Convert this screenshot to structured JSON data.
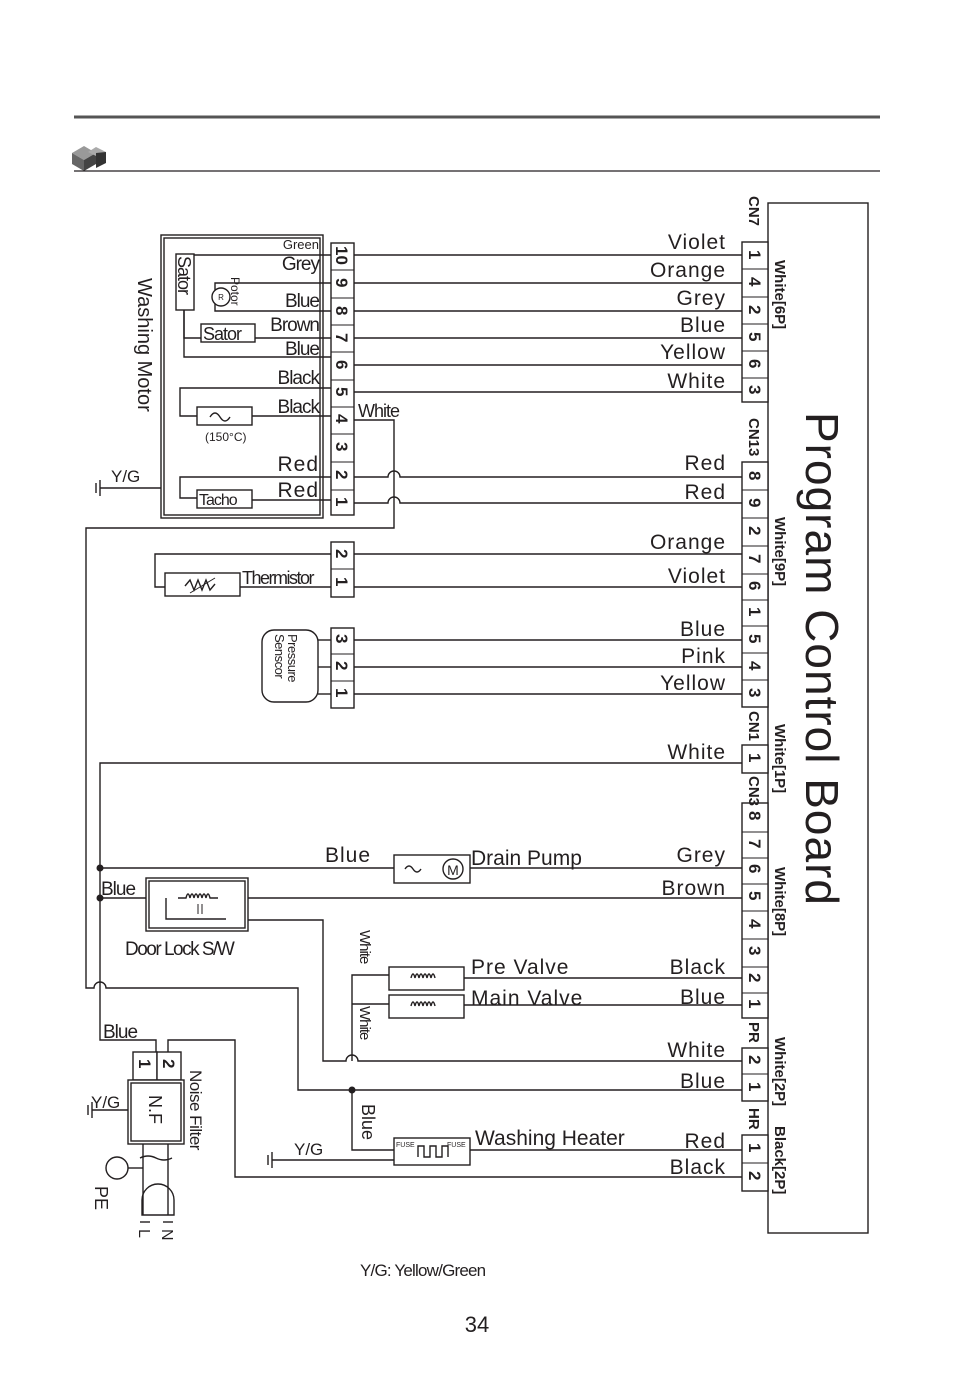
{
  "page_number": "34",
  "legend_note": "Y/G:  Yellow/Green",
  "board": {
    "title": "Program  Control  Board",
    "connectors": [
      {
        "name": "CN7",
        "type": "White[6P]",
        "pins": [
          "1",
          "4",
          "2",
          "5",
          "6",
          "3"
        ],
        "wires": [
          "Violet",
          "Orange",
          "Grey",
          "Blue",
          "Yellow",
          "White"
        ]
      },
      {
        "name": "CN13",
        "type": "White[9P]",
        "pins": [
          "8",
          "9",
          "2",
          "7",
          "6",
          "1",
          "5",
          "4",
          "3"
        ],
        "wires": [
          "Red",
          "Red",
          "Orange",
          "Violet",
          "Blue",
          "Pink",
          "Yellow"
        ]
      },
      {
        "name": "CN1",
        "type": "White[1P]",
        "pins": [
          "1"
        ],
        "wires": [
          "White"
        ]
      },
      {
        "name": "CN3",
        "type": "White[8P]",
        "pins": [
          "8",
          "7",
          "6",
          "5",
          "4",
          "3",
          "2",
          "1"
        ],
        "wires": [
          "Grey",
          "Brown",
          "Black",
          "Blue"
        ]
      },
      {
        "name": "PR",
        "type": "White[2P]",
        "pins": [
          "2",
          "1"
        ],
        "wires": [
          "White",
          "Blue"
        ]
      },
      {
        "name": "HR",
        "type": "Black[2P]",
        "pins": [
          "1",
          "2"
        ],
        "wires": [
          "Red",
          "Black"
        ]
      }
    ]
  },
  "motor": {
    "title": "Washing Motor",
    "pins": [
      "10",
      "9",
      "8",
      "7",
      "6",
      "5",
      "4",
      "3",
      "2",
      "1"
    ],
    "wires": [
      "Green",
      "Grey",
      "Blue",
      "Brown",
      "Blue",
      "Black",
      "Black",
      "Red",
      "Red"
    ],
    "stator1": "Sator",
    "stator2": "Sator",
    "rotor": "Potor",
    "tacho": "Tacho",
    "protector": "(150°C)",
    "white_wire": "White",
    "ground": "Y/G"
  },
  "thermistor": {
    "label": "Thermistor",
    "pins": [
      "2",
      "1"
    ]
  },
  "pressure": {
    "label1": "Pressure",
    "label2": "Senscor",
    "pins": [
      "3",
      "2",
      "1"
    ]
  },
  "drain_pump": {
    "label": "Drain Pump",
    "wire": "Blue"
  },
  "door_lock": {
    "label": "Door Lock  S/W",
    "wire": "Blue"
  },
  "valves": {
    "pre": "Pre Valve",
    "main": "Main Valve",
    "white1": "White",
    "white2": "White"
  },
  "heater": {
    "label": "Washing Heater",
    "ground": "Y/G",
    "wire": "Blue",
    "fuse": "FUSE"
  },
  "noise_filter": {
    "label": "Noise Filter",
    "box": "N.F",
    "pins": [
      "1",
      "2"
    ],
    "wire": "Blue",
    "ground": "Y/G",
    "pe": "PE",
    "l": "L",
    "n": "N"
  }
}
